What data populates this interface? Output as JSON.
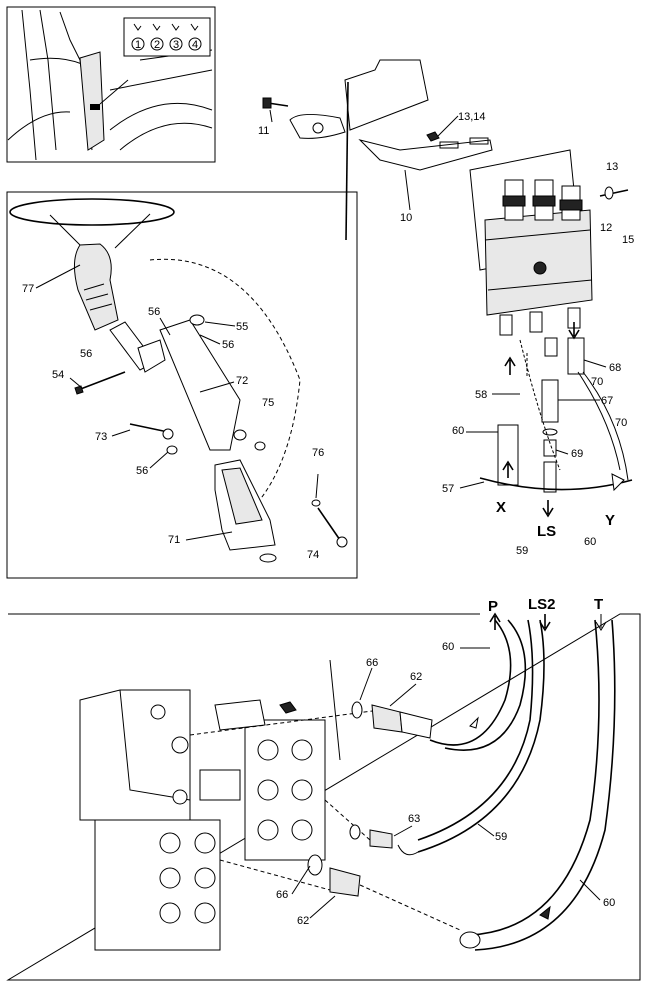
{
  "inset": {
    "badges": [
      "1",
      "2",
      "3",
      "4"
    ]
  },
  "labels": {
    "p10": "10",
    "p11": "11",
    "p12": "12",
    "p13": "13",
    "p13_14": "13,14",
    "p15": "15",
    "p54": "54",
    "p55": "55",
    "p56a": "56",
    "p56b": "56",
    "p56c": "56",
    "p56d": "56",
    "p57": "57",
    "p58": "58",
    "p59a": "59",
    "p59b": "59",
    "p60a": "60",
    "p60b": "60",
    "p60c": "60",
    "p60d": "60",
    "p62a": "62",
    "p62b": "62",
    "p63": "63",
    "p66a": "66",
    "p66b": "66",
    "p67": "67",
    "p68": "68",
    "p69": "69",
    "p70a": "70",
    "p70b": "70",
    "p71": "71",
    "p72": "72",
    "p73": "73",
    "p74": "74",
    "p75": "75",
    "p76": "76",
    "p77": "77"
  },
  "ports": {
    "x": "X",
    "ls": "LS",
    "y": "Y",
    "p": "P",
    "ls2": "LS2",
    "t": "T"
  }
}
